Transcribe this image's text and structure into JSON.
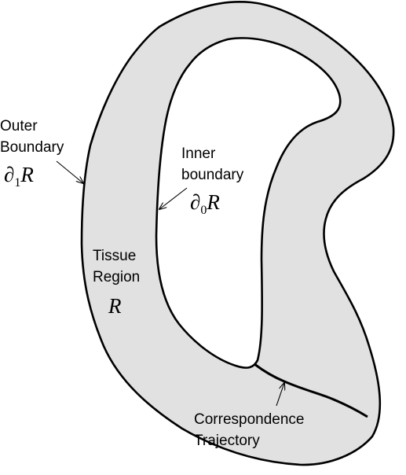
{
  "colors": {
    "region_fill": "#e1e1e1",
    "boundary_stroke": "#000000",
    "background": "#ffffff"
  },
  "labels": {
    "outer_boundary": {
      "line1": "Outer",
      "line2": "Boundary",
      "symbol_prefix": "∂",
      "symbol_subscript": "1",
      "symbol_main": "R"
    },
    "inner_boundary": {
      "line1": "Inner",
      "line2": "boundary",
      "symbol_prefix": "∂",
      "symbol_subscript": "0",
      "symbol_main": "R"
    },
    "tissue_region": {
      "line1": "Tissue",
      "line2": "Region",
      "symbol": "R"
    },
    "correspondence_trajectory": {
      "line1": "Correspondence",
      "line2": "Trajectory"
    }
  }
}
